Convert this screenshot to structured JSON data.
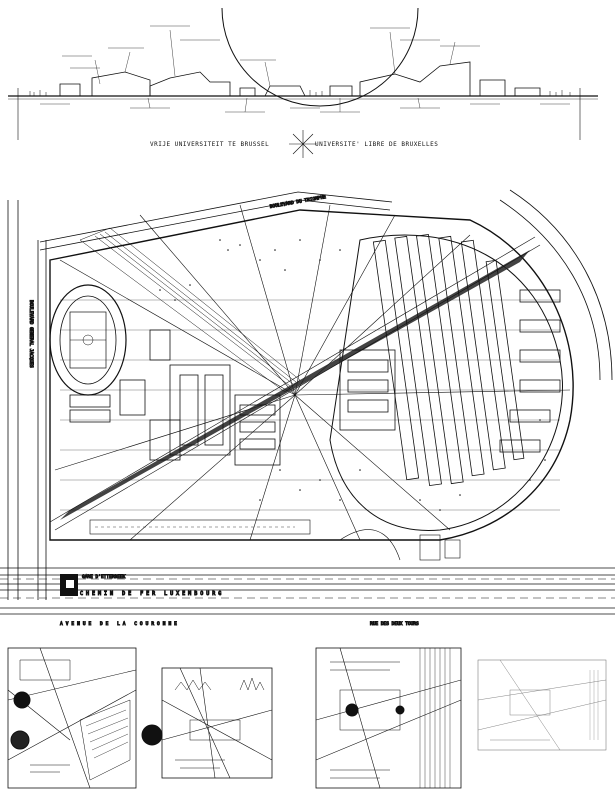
{
  "section": {
    "title_left": "VRIJE UNIVERSITEIT TE BRUSSEL",
    "title_right": "UNIVERSITE' LIBRE DE BRUXELLES"
  },
  "plan": {
    "streets": {
      "boulevard_triomphe": "BOULEVARD DU TRIOMPHE",
      "boulevard_general_jacques": "BOULEVARD GENERAL JACQUES",
      "avenue_de_la_couronne": "AVENUE DE LA COURONNE",
      "rue_des_deux_tours": "RUE DES DEUX TOURS",
      "chemin_de_fer": "CHEMIN DE FER LUXEMBOURG",
      "gare": "GARE D'ETTERBEEK"
    }
  },
  "colors": {
    "ink": "#111111",
    "paper": "#ffffff",
    "hatch": "#222222"
  },
  "icons": {
    "compass": "compass-star-icon"
  }
}
